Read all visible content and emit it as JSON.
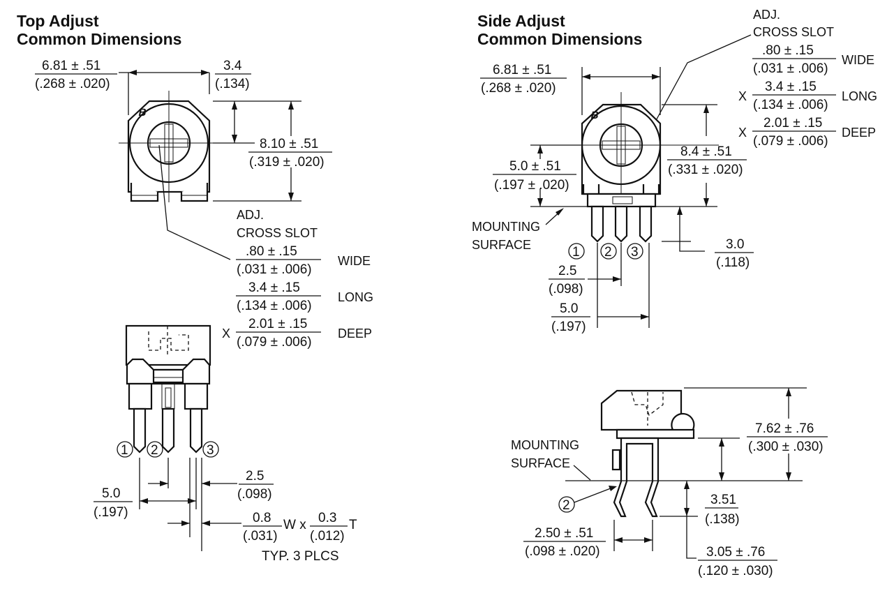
{
  "top": {
    "title_line1": "Top Adjust",
    "title_line2": "Common Dimensions",
    "width_mm": "6.81 ± .51",
    "width_in": "(.268 ± .020)",
    "offset_mm": "3.4",
    "offset_in": "(.134)",
    "height_mm": "8.10 ± .51",
    "height_in": "(.319 ± .020)",
    "adj_label": "ADJ.",
    "cross_slot": "CROSS SLOT",
    "slot_wide_mm": ".80 ± .15",
    "slot_wide_in": "(.031 ± .006)",
    "wide": "WIDE",
    "slot_long_mm": "3.4 ± .15",
    "slot_long_in": "(.134 ± .006)",
    "long": "LONG",
    "x1": "X",
    "slot_deep_mm": "2.01 ± .15",
    "slot_deep_in": "(.079 ± .006)",
    "deep": "DEEP",
    "pin1": "1",
    "pin2": "2",
    "pin3": "3",
    "pitch_mm": "2.5",
    "pitch_in": "(.098)",
    "span_mm": "5.0",
    "span_in": "(.197)",
    "pin_w_mm": "0.8",
    "pin_w_in": "(.031)",
    "w_x": "W x",
    "pin_t_mm": "0.3",
    "pin_t_in": "(.012)",
    "t": "T",
    "typ": "TYP. 3 PLCS"
  },
  "side": {
    "title_line1": "Side Adjust",
    "title_line2": "Common Dimensions",
    "adj_label": "ADJ.",
    "cross_slot": "CROSS SLOT",
    "slot_wide_mm": ".80 ± .15",
    "slot_wide_in": "(.031 ± .006)",
    "wide": "WIDE",
    "x1": "X",
    "slot_long_mm": "3.4 ± .15",
    "slot_long_in": "(.134 ± .006)",
    "long": "LONG",
    "x2": "X",
    "slot_deep_mm": "2.01 ± .15",
    "slot_deep_in": "(.079 ± .006)",
    "deep": "DEEP",
    "width_mm": "6.81 ± .51",
    "width_in": "(.268 ± .020)",
    "height_mm": "8.4 ± .51",
    "height_in": "(.331 ± .020)",
    "center_mm": "5.0 ± .51",
    "center_in": "(.197 ± .020)",
    "mounting1": "MOUNTING",
    "surface1": "SURFACE",
    "pin1": "1",
    "pin2": "2",
    "pin3": "3",
    "lead_mm": "3.0",
    "lead_in": "(.118)",
    "pitch_mm": "2.5",
    "pitch_in": "(.098)",
    "span_mm": "5.0",
    "span_in": "(.197)",
    "mounting2": "MOUNTING",
    "surface2": "SURFACE",
    "pin2b": "2",
    "total_mm": "7.62 ± .76",
    "total_in": "(.300 ± .030)",
    "above_mm": "3.51",
    "above_in": "(.138)",
    "foot_mm": "2.50 ± .51",
    "foot_in": "(.098 ± .020)",
    "below_mm": "3.05 ± .76",
    "below_in": "(.120 ± .030)"
  }
}
